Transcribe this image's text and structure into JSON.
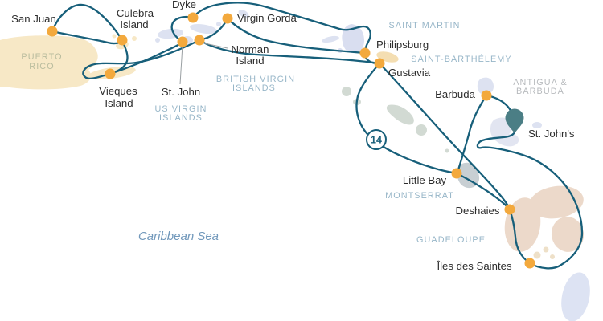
{
  "map": {
    "sea_label": "Caribbean Sea",
    "stop_count_badge": "14",
    "ports": [
      {
        "id": "san-juan",
        "name": "San Juan"
      },
      {
        "id": "culebra-island",
        "line1": "Culebra",
        "line2": "Island"
      },
      {
        "id": "dyke",
        "name": "Dyke"
      },
      {
        "id": "virgin-gorda",
        "name": "Virgin Gorda"
      },
      {
        "id": "norman-island",
        "line1": "Norman",
        "line2": "Island"
      },
      {
        "id": "st-john",
        "name": "St. John"
      },
      {
        "id": "vieques-island",
        "line1": "Vieques",
        "line2": "Island"
      },
      {
        "id": "philipsburg",
        "name": "Philipsburg"
      },
      {
        "id": "gustavia",
        "name": "Gustavia"
      },
      {
        "id": "barbuda",
        "name": "Barbuda"
      },
      {
        "id": "st-johns",
        "name": "St. John's"
      },
      {
        "id": "little-bay",
        "name": "Little Bay"
      },
      {
        "id": "deshaies",
        "name": "Deshaies"
      },
      {
        "id": "iles-des-saintes",
        "name": "Îles des Saintes"
      }
    ],
    "regions": [
      {
        "id": "puerto-rico",
        "line1": "PUERTO",
        "line2": "RICO"
      },
      {
        "id": "us-virgin-islands",
        "line1": "US VIRGIN",
        "line2": "ISLANDS"
      },
      {
        "id": "british-virgin-islands",
        "line1": "BRITISH VIRGIN",
        "line2": "ISLANDS"
      },
      {
        "id": "saint-martin",
        "name": "SAINT MARTIN"
      },
      {
        "id": "saint-barthelemy",
        "name": "SAINT-BARTHÉLEMY"
      },
      {
        "id": "antigua-barbuda",
        "line1": "ANTIGUA &",
        "line2": "BARBUDA"
      },
      {
        "id": "montserrat",
        "name": "MONTSERRAT"
      },
      {
        "id": "guadeloupe",
        "name": "GUADELOUPE"
      }
    ],
    "colors": {
      "route_teal": "#175f7a",
      "port_dot_orange": "#f3a93d",
      "destination_pin_teal": "#4b7e85",
      "island_cream": "#f7e8c6",
      "island_lavender": "#dde2f1",
      "island_tan": "#f4deb2",
      "island_sage": "#d2dad3",
      "island_gray": "#c8cfd3",
      "island_pink_beige": "#ecd9ca",
      "region_label_blue": "#97b6c8",
      "region_label_olive": "#b9bc9e",
      "region_label_gray": "#b7babd",
      "sea_label_blue": "#7198bb"
    }
  }
}
